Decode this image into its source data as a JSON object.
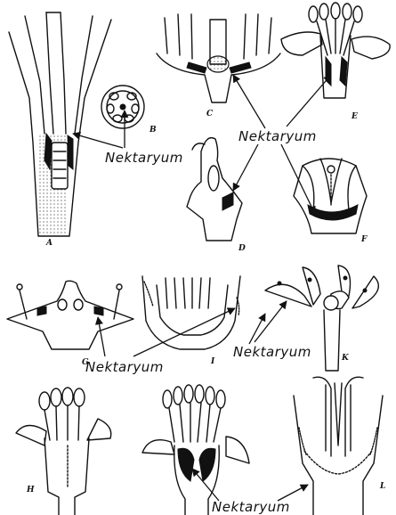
{
  "figure": {
    "panel_labels": [
      "A",
      "B",
      "C",
      "D",
      "E",
      "F",
      "G",
      "H",
      "I",
      "K",
      "L"
    ],
    "annotation_text": "Nektaryum",
    "callouts": [
      {
        "text": "Nektaryum"
      },
      {
        "text": "Nektaryum"
      },
      {
        "text": "Nektaryum"
      },
      {
        "text": "Nektaryum"
      },
      {
        "text": "Nektaryum"
      }
    ]
  }
}
